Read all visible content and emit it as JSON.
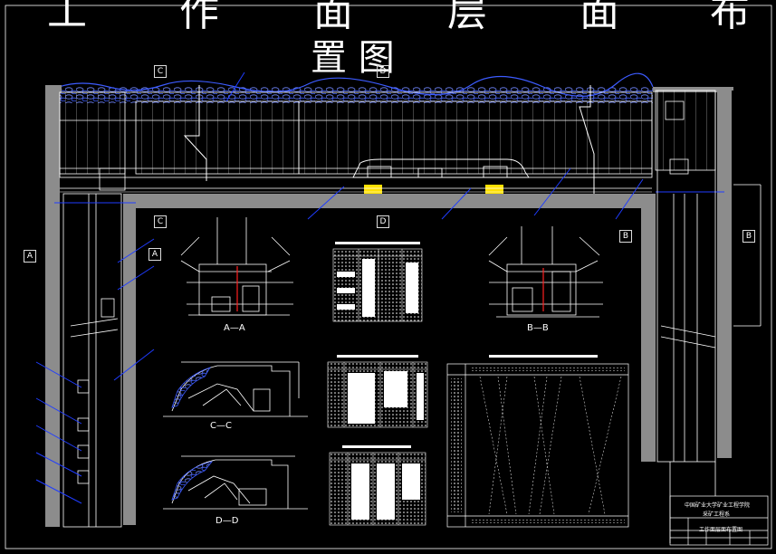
{
  "title": {
    "line1": [
      "工",
      "作",
      "面",
      "层",
      "面",
      "布"
    ],
    "line2": "置 图"
  },
  "section_markers": {
    "c": "C",
    "d": "D",
    "a": "A",
    "b": "B"
  },
  "section_captions": {
    "aa": "A—A",
    "bb": "B—B",
    "cc": "C—C",
    "dd": "D—D"
  },
  "titleblock": {
    "school": "中国矿业大学矿业工程学院",
    "subject": "采矿工程系",
    "drawing": "工作面层面布置图"
  },
  "colors": {
    "background": "#000000",
    "line": "#ffffff",
    "fill_gray": "#8c8c8c",
    "accent_blue": "#1f3cff",
    "accent_red": "#ff2020",
    "accent_yellow": "#ffe000"
  }
}
